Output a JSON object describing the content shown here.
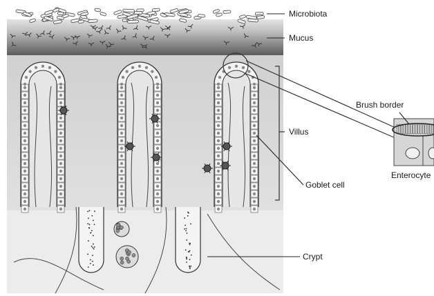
{
  "labels": {
    "microbiota": "Microbiota",
    "mucus": "Mucus",
    "villus": "Villus",
    "goblet_cell": "Goblet cell",
    "crypt": "Crypt",
    "brush_border": "Brush border",
    "enterocyte": "Enterocyte"
  },
  "colors": {
    "line": "#3a3a3a",
    "mucus_top": "#cfcfcf",
    "mucus_bottom": "#6e6e6e",
    "lumen": "#d9d9d9",
    "lamina": "#ececec",
    "cell_fill": "#f4f4f4",
    "nucleus": "#9a9a9a"
  }
}
